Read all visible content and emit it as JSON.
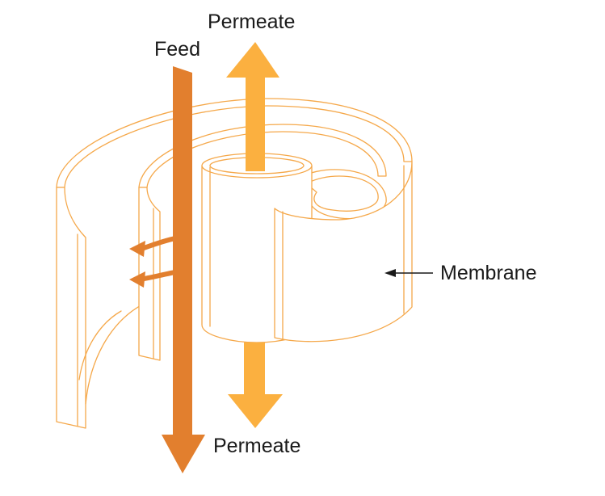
{
  "labels": {
    "permeate_top": "Permeate",
    "feed": "Feed",
    "membrane": "Membrane",
    "permeate_bottom": "Permeate"
  },
  "colors": {
    "outline": "#f5a84a",
    "feed_arrow": "#e27f2e",
    "permeate_arrow": "#fbb040",
    "text": "#1a1a1a",
    "pointer": "#1a1a1a"
  }
}
